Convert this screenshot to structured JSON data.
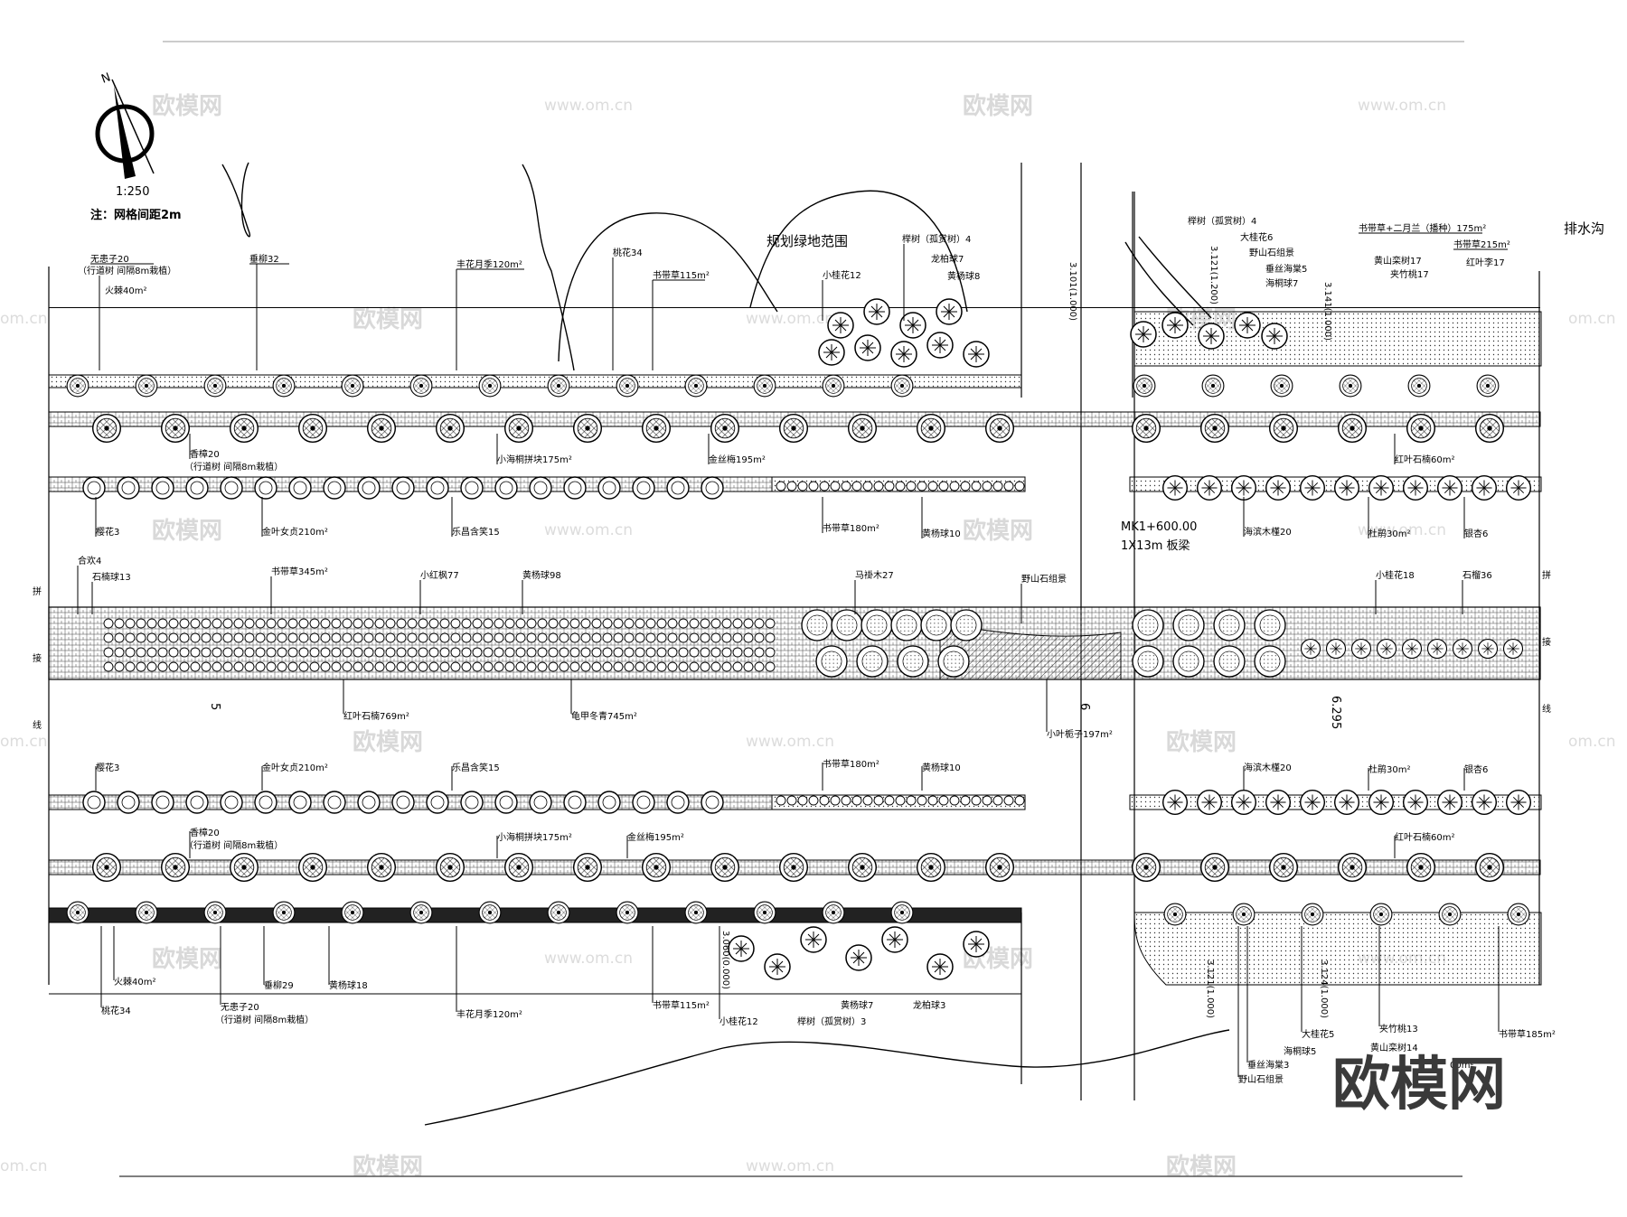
{
  "north": {
    "arrow_letter": "N",
    "scale": "1:250",
    "note": "注：网格间距2m"
  },
  "range_label": "规划绿地范围",
  "drain_label": "排水沟",
  "bridge": {
    "station": "MK1+600.00",
    "beam": "1X13m 板梁"
  },
  "seam_left": [
    "拼",
    "接",
    "线"
  ],
  "seam_right": [
    "拼",
    "接",
    "线"
  ],
  "elevations": {
    "e1": "3.101(1.000)",
    "e2": "3.121(1.200)",
    "e3": "3.141(1.000)",
    "e4": "3.060(0.000)",
    "e5": "3.121(1.000)",
    "e6": "3.124(1.000)",
    "m5": "5",
    "m6": "6",
    "m6295": "6.295"
  },
  "labels": {
    "wuhuanzi20": "无患子20",
    "row_note1": "（行道树  间隔8m栽植）",
    "huoji40": "火棘40m²",
    "chuiliu32": "垂柳32",
    "fenghua120": "丰花月季120m²",
    "taohua34": "桃花34",
    "shudai115": "书带草115m²",
    "xiaoguihua12": "小桂花12",
    "jushu4": "榉树（孤赏树）4",
    "longbai7": "龙柏球7",
    "huangyang8": "黄杨球8",
    "jushu4b": "榉树（孤赏树）4",
    "daguihua6": "大桂花6",
    "yeshan_zujing": "野山石组景",
    "chuisi5": "垂丝海棠5",
    "haitong7": "海桐球7",
    "shudai_erlan": "书带草+二月兰（播种）175m²",
    "huangshan17": "黄山栾树17",
    "jiazhutao17": "夹竹桃17",
    "shudai215": "书带草215m²",
    "hongyeli17": "红叶李17",
    "xiangzhang20": "香樟20",
    "row_note2": "（行道树  间隔8m栽植）",
    "xiaohaitong175": "小海桐拼块175m²",
    "jinsimei195": "金丝梅195m²",
    "hongyeshinan60": "红叶石楠60m²",
    "yinghua3": "樱花3",
    "jinyenv210": "金叶女贞210m²",
    "lechang15": "乐昌含笑15",
    "shudai180": "书带草180m²",
    "huangyang10": "黄杨球10",
    "haibin20": "海滨木槿20",
    "dujuan30": "杜鹃30m²",
    "yinxing6": "银杏6",
    "hehuan4": "合欢4",
    "shinanqiu13": "石楠球13",
    "shudai345": "书带草345m²",
    "xiaohongfeng77": "小红枫77",
    "huangyang98": "黄杨球98",
    "maguamu27": "马褂木27",
    "yeshan_zujing2": "野山石组景",
    "xiaoguihua18": "小桂花18",
    "shiliu36": "石榴36",
    "hongyeshinan769": "红叶石楠769m²",
    "guijia745": "龟甲冬青745m²",
    "xiaoyezhizi197": "小叶栀子197m²",
    "yinghua3b": "樱花3",
    "jinyenv210b": "金叶女贞210m²",
    "lechang15b": "乐昌含笑15",
    "shudai180b": "书带草180m²",
    "huangyang10b": "黄杨球10",
    "haibin20b": "海滨木槿20",
    "dujuan30b": "杜鹃30m²",
    "yinxing6b": "银杏6",
    "xiangzhang20b": "香樟20",
    "row_note3": "（行道树  间隔8m栽植）",
    "xiaohaitong175b": "小海桐拼块175m²",
    "jinsimei195b": "金丝梅195m²",
    "hongyeshinan60b": "红叶石楠60m²",
    "huoji40b": "火棘40m²",
    "chuiliu29": "垂柳29",
    "huangyang18": "黄杨球18",
    "taohua34b": "桃花34",
    "wuhuanzi20b": "无患子20",
    "row_note4": "（行道树  间隔8m栽植）",
    "fenghua120b": "丰花月季120m²",
    "shudai115b": "书带草115m²",
    "xiaoguihua12b": "小桂花12",
    "jushu3": "榉树（孤赏树）3",
    "huangyang7": "黄杨球7",
    "longbai3": "龙柏球3",
    "daguihua5": "大桂花5",
    "haitong5": "海桐球5",
    "chuisi3": "垂丝海棠3",
    "yeshan_zujing3": "野山石组景",
    "jiazhutao13": "夹竹桃13",
    "huangshan14": "黄山栾树14",
    "shudai185": "书带草185m²",
    "partial_m2": "00m²"
  },
  "watermarks": {
    "cn": "欧模网",
    "url": "www.om.cn",
    "short": "om.cn",
    "brand": "欧模网"
  }
}
